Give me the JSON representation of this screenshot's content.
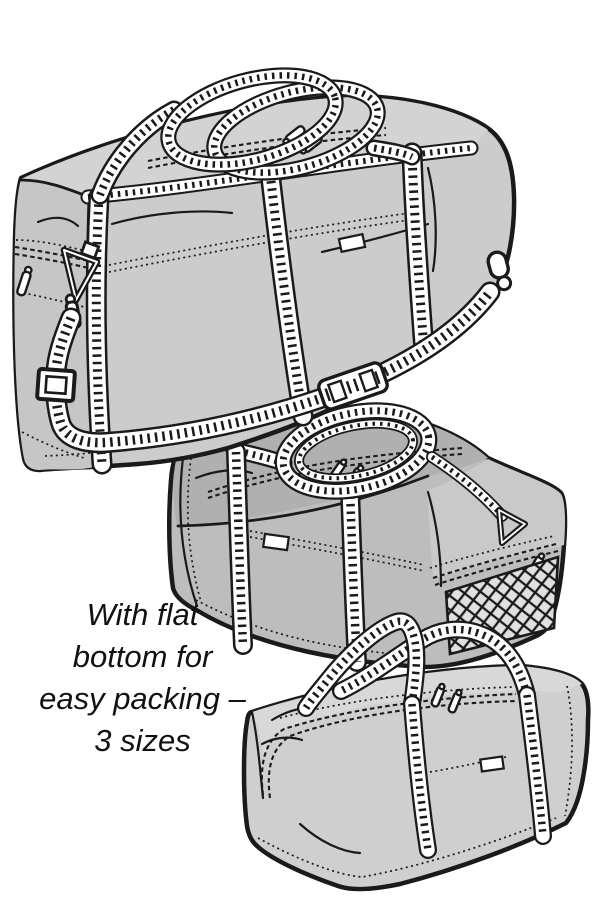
{
  "caption": {
    "lines": [
      "With flat",
      "bottom for",
      "easy packing –",
      "3 sizes"
    ],
    "text": "With flat bottom for easy packing – 3 sizes"
  },
  "illustration": {
    "bags": [
      {
        "name": "large duffel",
        "visible_parts": [
          "carry handles",
          "shoulder strap with buckle and pad",
          "end zipper pocket",
          "top zipper with two pulls",
          "webbing straps"
        ]
      },
      {
        "name": "medium duffel",
        "visible_parts": [
          "flat carry handles",
          "mesh end pocket",
          "end zipper with pull",
          "hang loop",
          "webbing straps"
        ]
      },
      {
        "name": "small duffel",
        "visible_parts": [
          "upright carry handles",
          "wrap-around top zipper with two pulls",
          "webbing straps"
        ]
      }
    ],
    "sizes_shown": 3,
    "colors": {
      "outline": "#1a1a1a",
      "fabric_light": "#cccccc",
      "fabric_mid": "#bdbdbd",
      "fabric_dark": "#b0b0b0",
      "webbing": "#ffffff",
      "background": "#ffffff"
    }
  }
}
